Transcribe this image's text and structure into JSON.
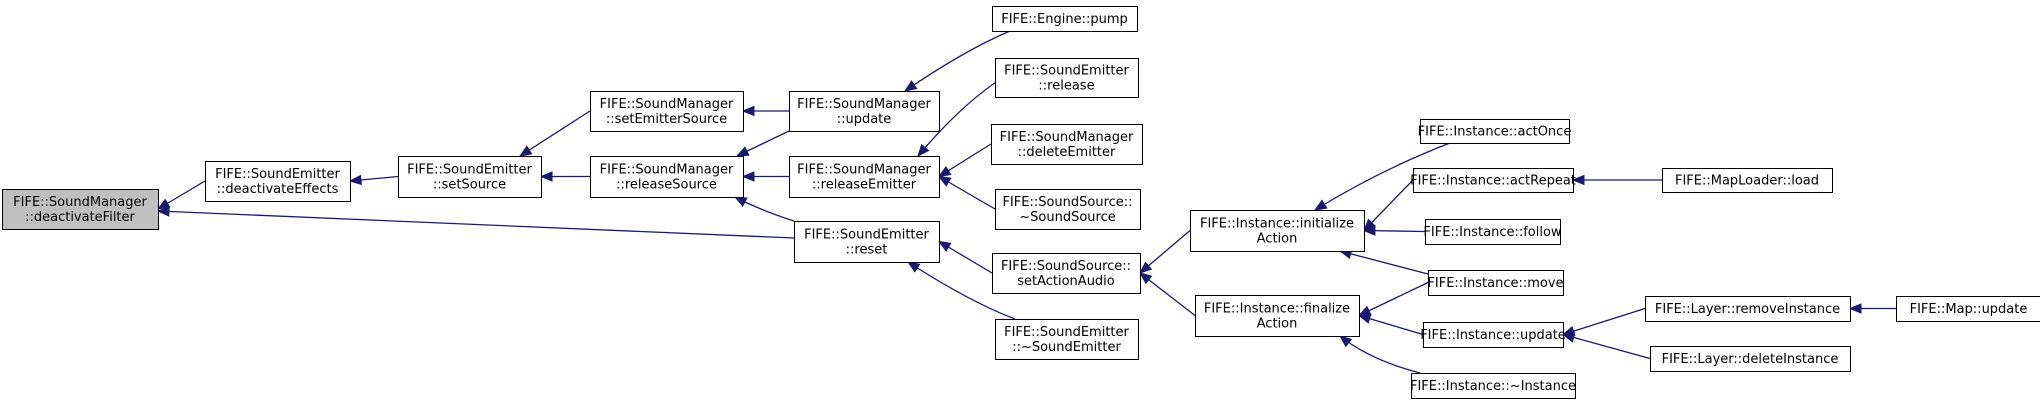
{
  "diagram": {
    "type": "call-graph",
    "colors": {
      "edge": "#191970",
      "root_fill": "#bfbfbf",
      "node_fill": "#ffffff",
      "border": "#000000"
    },
    "nodes": [
      {
        "id": "n0",
        "lines": [
          "FIFE::SoundManager",
          "::deactivateFilter"
        ]
      },
      {
        "id": "n1",
        "lines": [
          "FIFE::SoundEmitter",
          "::deactivateEffects"
        ]
      },
      {
        "id": "n2",
        "lines": [
          "FIFE::SoundEmitter",
          "::setSource"
        ]
      },
      {
        "id": "n3",
        "lines": [
          "FIFE::SoundManager",
          "::setEmitterSource"
        ]
      },
      {
        "id": "n4",
        "lines": [
          "FIFE::SoundManager",
          "::releaseSource"
        ]
      },
      {
        "id": "n5",
        "lines": [
          "FIFE::SoundManager",
          "::update"
        ]
      },
      {
        "id": "n6",
        "lines": [
          "FIFE::SoundManager",
          "::releaseEmitter"
        ]
      },
      {
        "id": "n7",
        "lines": [
          "FIFE::SoundEmitter",
          "::reset"
        ]
      },
      {
        "id": "n8",
        "lines": [
          "FIFE::Engine::pump"
        ]
      },
      {
        "id": "n9",
        "lines": [
          "FIFE::SoundEmitter",
          "::release"
        ]
      },
      {
        "id": "n10",
        "lines": [
          "FIFE::SoundManager",
          "::deleteEmitter"
        ]
      },
      {
        "id": "n11",
        "lines": [
          "FIFE::SoundSource::",
          "~SoundSource"
        ]
      },
      {
        "id": "n12",
        "lines": [
          "FIFE::SoundSource::",
          "setActionAudio"
        ]
      },
      {
        "id": "n13",
        "lines": [
          "FIFE::SoundEmitter",
          "::~SoundEmitter"
        ]
      },
      {
        "id": "n14",
        "lines": [
          "FIFE::Instance::initialize",
          "Action"
        ]
      },
      {
        "id": "n15",
        "lines": [
          "FIFE::Instance::finalize",
          "Action"
        ]
      },
      {
        "id": "n16",
        "lines": [
          "FIFE::Instance::actOnce"
        ]
      },
      {
        "id": "n17",
        "lines": [
          "FIFE::Instance::actRepeat"
        ]
      },
      {
        "id": "n18",
        "lines": [
          "FIFE::Instance::follow"
        ]
      },
      {
        "id": "n19",
        "lines": [
          "FIFE::Instance::move"
        ]
      },
      {
        "id": "n20",
        "lines": [
          "FIFE::Instance::update"
        ]
      },
      {
        "id": "n21",
        "lines": [
          "FIFE::Instance::~Instance"
        ]
      },
      {
        "id": "n22",
        "lines": [
          "FIFE::MapLoader::load"
        ]
      },
      {
        "id": "n23",
        "lines": [
          "FIFE::Layer::removeInstance"
        ]
      },
      {
        "id": "n24",
        "lines": [
          "FIFE::Layer::deleteInstance"
        ]
      },
      {
        "id": "n25",
        "lines": [
          "FIFE::Map::update"
        ]
      }
    ],
    "edges": [
      {
        "from": "n1",
        "to": "n0"
      },
      {
        "from": "n7",
        "to": "n0"
      },
      {
        "from": "n2",
        "to": "n1"
      },
      {
        "from": "n3",
        "to": "n2"
      },
      {
        "from": "n4",
        "to": "n2"
      },
      {
        "from": "n5",
        "to": "n3"
      },
      {
        "from": "n5",
        "to": "n4"
      },
      {
        "from": "n6",
        "to": "n4"
      },
      {
        "from": "n7",
        "to": "n4"
      },
      {
        "from": "n8",
        "to": "n5"
      },
      {
        "from": "n9",
        "to": "n6"
      },
      {
        "from": "n10",
        "to": "n6"
      },
      {
        "from": "n11",
        "to": "n6"
      },
      {
        "from": "n12",
        "to": "n7"
      },
      {
        "from": "n13",
        "to": "n7"
      },
      {
        "from": "n14",
        "to": "n12"
      },
      {
        "from": "n15",
        "to": "n12"
      },
      {
        "from": "n16",
        "to": "n14"
      },
      {
        "from": "n17",
        "to": "n14"
      },
      {
        "from": "n18",
        "to": "n14"
      },
      {
        "from": "n19",
        "to": "n14"
      },
      {
        "from": "n19",
        "to": "n15"
      },
      {
        "from": "n20",
        "to": "n15"
      },
      {
        "from": "n21",
        "to": "n15"
      },
      {
        "from": "n22",
        "to": "n17"
      },
      {
        "from": "n23",
        "to": "n20"
      },
      {
        "from": "n24",
        "to": "n20"
      },
      {
        "from": "n25",
        "to": "n23"
      }
    ]
  }
}
